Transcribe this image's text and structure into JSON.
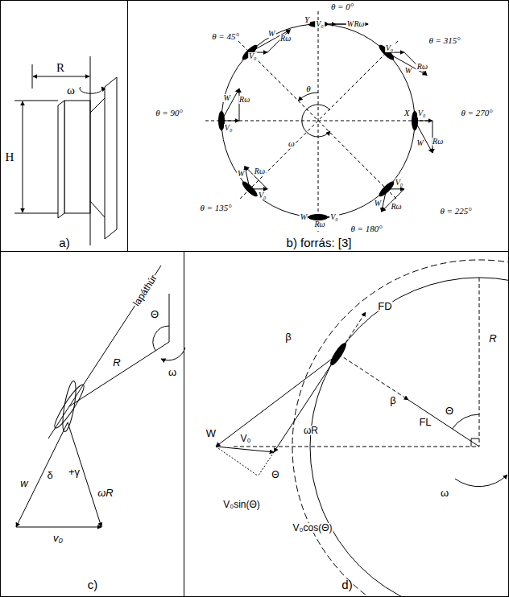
{
  "diagram": {
    "nodes": [
      {
        "text": [
          "a)"
        ]
      },
      {
        "text": [
          "b) forrás: [3]"
        ]
      },
      {
        "text": [
          "c)"
        ]
      },
      {
        "text": [
          "d)"
        ]
      }
    ],
    "labels": [
      "R",
      "ω",
      "H",
      "θ = 0°",
      "Y",
      "θ = 45°",
      "θ = 315°",
      "θ = 90°",
      "X",
      "θ = 270°",
      "θ = 135°",
      "θ = 225°",
      "θ = 180°",
      "θ",
      "ω",
      "V₀",
      "Rω",
      "W",
      "V₀",
      "Rω",
      "W",
      "V₀",
      "Rω",
      "W",
      "V₀",
      "Rω",
      "W",
      "V₀",
      "Rω",
      "W",
      "V₀",
      "Rω",
      "W",
      "V₀",
      "Rω",
      "W",
      "V₀",
      "Rω",
      "W",
      "lapáthúr",
      "Θ",
      "R",
      "ω",
      "w",
      "δ",
      "+γ",
      "ωR",
      "v₀",
      "β",
      "W",
      "FD",
      "R",
      "β",
      "V₀",
      "ωR",
      "Θ",
      "FL",
      "Θ",
      "V₀sin(Θ)",
      "V₀cos(Θ)",
      "ω"
    ]
  }
}
